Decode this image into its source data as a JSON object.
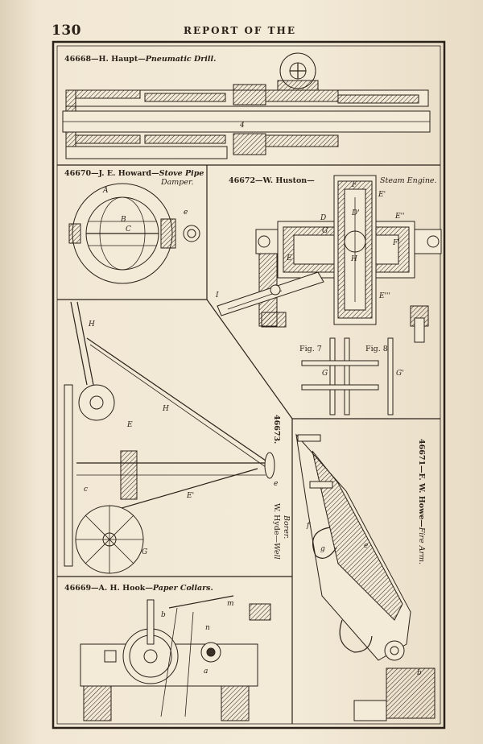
{
  "header": {
    "page_number": "130",
    "title": "REPORT OF THE"
  },
  "figures": [
    {
      "number": "46668",
      "inventor": "H. Haupt",
      "subject": "Pneumatic Drill."
    },
    {
      "number": "46670",
      "inventor": "J. E. Howard",
      "subject": "Stove Pipe Damper."
    },
    {
      "number": "46672",
      "inventor": "W. Huston",
      "subject": "Steam Engine."
    },
    {
      "number": "46673",
      "inventor": "W. Hyde",
      "subject": "Well Borer."
    },
    {
      "number": "46671",
      "inventor": "F. W. Howe",
      "subject": "Fire Arm."
    },
    {
      "number": "46669",
      "inventor": "A. H. Hook",
      "subject": "Paper Collars."
    }
  ],
  "captions": {
    "f1": "46668—H. Haupt—",
    "f1_sub": "Pneumatic Drill.",
    "f2": "46670—J. E. Howard—",
    "f2_sub1": "Stove Pipe",
    "f2_sub2": "Damper.",
    "f3": "46672—W. Huston—",
    "f3_sub": "Steam Engine.",
    "f4_num": "46673.",
    "f4_name": "W. Hyde—",
    "f4_sub1": "Well",
    "f4_sub2": "Borer.",
    "f5": "46671—F. W. Howe—",
    "f5_sub": "Fire Arm.",
    "f6": "46669—A. H. Hook—",
    "f6_sub": "Paper Collars.",
    "fig7": "Fig. 7",
    "fig8": "Fig. 8"
  },
  "letters": {
    "drill_4": "4",
    "damper_a": "A",
    "damper_b": "B",
    "damper_c": "C",
    "damper_e": "e",
    "eng_f": "F",
    "eng_e": "E'",
    "eng_d": "D'",
    "eng_d2": "D",
    "eng_g": "G",
    "eng_ex": "E''",
    "eng_fr": "F'",
    "eng_e2": "E",
    "eng_h": "H",
    "eng_i": "I",
    "eng_e3": "E'''",
    "fig_g": "G",
    "fig_g2": "G'",
    "well_h": "H",
    "well_h2": "H",
    "well_e": "E",
    "well_e2": "E'",
    "well_g": "G",
    "well_c": "c",
    "well_e3": "e",
    "arm_f": "f",
    "arm_g": "g",
    "arm_e": "e",
    "arm_b": "b",
    "col_b": "b",
    "col_m": "m",
    "col_n": "n",
    "col_a": "a"
  }
}
